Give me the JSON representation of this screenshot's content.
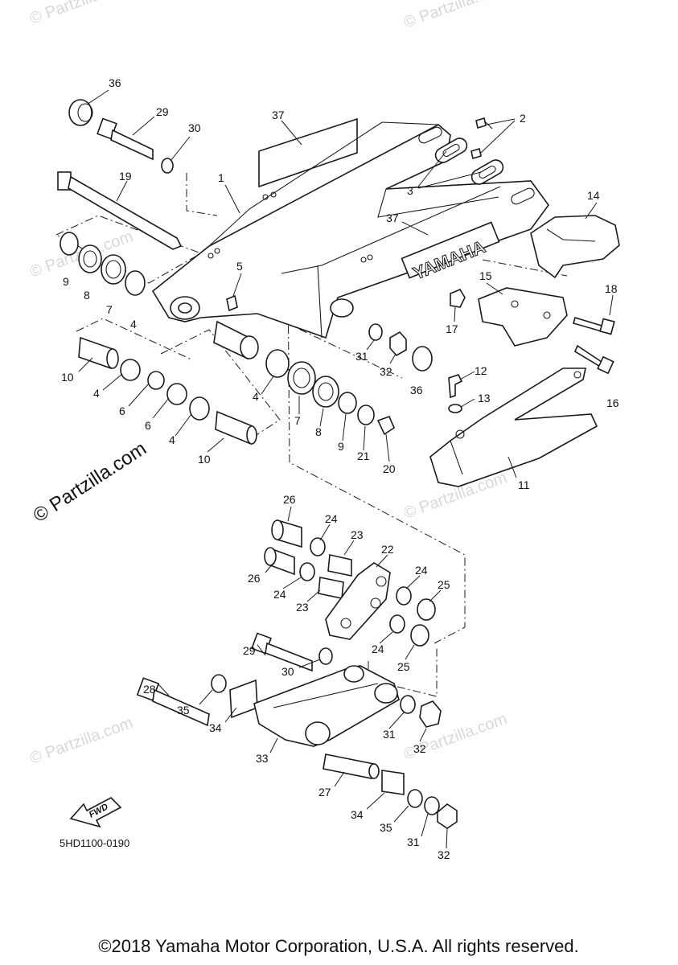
{
  "diagram_code": "5HD1100-0190",
  "copyright": "©2018 Yamaha Motor Corporation, U.S.A. All rights reserved.",
  "watermark_main": "© Partzilla.com",
  "watermark_faint": "© Partzilla.com",
  "swingarm_brand": "YAMAHA",
  "fwd_label": "FWD",
  "callouts": [
    "36",
    "29",
    "30",
    "37",
    "2",
    "3",
    "1",
    "19",
    "14",
    "37",
    "9",
    "8",
    "7",
    "4",
    "5",
    "15",
    "18",
    "17",
    "31",
    "32",
    "36",
    "12",
    "13",
    "16",
    "10",
    "4",
    "6",
    "6",
    "4",
    "10",
    "7",
    "8",
    "9",
    "21",
    "20",
    "4",
    "11",
    "26",
    "24",
    "23",
    "22",
    "26",
    "24",
    "23",
    "24",
    "25",
    "24",
    "25",
    "29",
    "30",
    "28",
    "35",
    "34",
    "31",
    "32",
    "33",
    "27",
    "34",
    "35",
    "31",
    "32"
  ]
}
